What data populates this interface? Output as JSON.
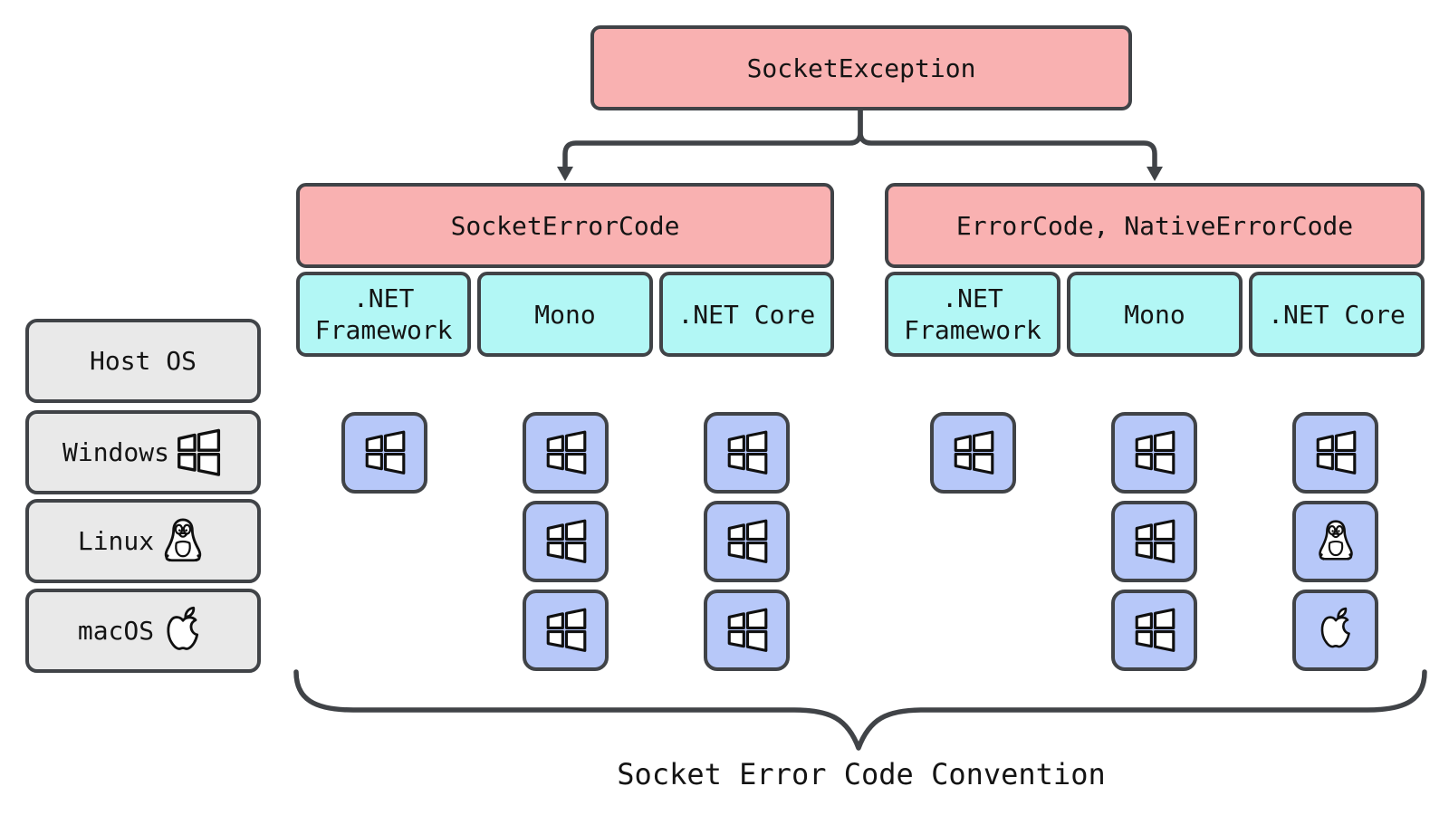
{
  "root": {
    "label": "SocketException"
  },
  "groups": [
    {
      "header": "SocketErrorCode",
      "runtimes": [
        ".NET Framework",
        "Mono",
        ".NET Core"
      ]
    },
    {
      "header": "ErrorCode, NativeErrorCode",
      "runtimes": [
        ".NET Framework",
        "Mono",
        ".NET Core"
      ]
    }
  ],
  "os_rows": [
    {
      "label": "Host OS"
    },
    {
      "label": "Windows",
      "icon": "#icon-windows"
    },
    {
      "label": "Linux",
      "icon": "#icon-tux"
    },
    {
      "label": "macOS",
      "icon": "#icon-apple"
    }
  ],
  "cells": [
    {
      "id": "socketerrorcode-netframework-windows",
      "os": "Windows",
      "icon": "#icon-windows"
    },
    {
      "id": "socketerrorcode-mono-windows",
      "os": "Windows",
      "icon": "#icon-windows"
    },
    {
      "id": "socketerrorcode-mono-linux",
      "os": "Linux",
      "icon": "#icon-windows"
    },
    {
      "id": "socketerrorcode-mono-macos",
      "os": "macOS",
      "icon": "#icon-windows"
    },
    {
      "id": "socketerrorcode-netcore-windows",
      "os": "Windows",
      "icon": "#icon-windows"
    },
    {
      "id": "socketerrorcode-netcore-linux",
      "os": "Linux",
      "icon": "#icon-windows"
    },
    {
      "id": "socketerrorcode-netcore-macos",
      "os": "macOS",
      "icon": "#icon-windows"
    },
    {
      "id": "errorcode-netframework-windows",
      "os": "Windows",
      "icon": "#icon-windows"
    },
    {
      "id": "errorcode-mono-windows",
      "os": "Windows",
      "icon": "#icon-windows"
    },
    {
      "id": "errorcode-mono-linux",
      "os": "Linux",
      "icon": "#icon-windows"
    },
    {
      "id": "errorcode-mono-macos",
      "os": "macOS",
      "icon": "#icon-windows"
    },
    {
      "id": "errorcode-netcore-windows",
      "os": "Windows",
      "icon": "#icon-windows"
    },
    {
      "id": "errorcode-netcore-linux",
      "os": "Linux",
      "icon": "#icon-tux"
    },
    {
      "id": "errorcode-netcore-macos",
      "os": "macOS",
      "icon": "#icon-apple"
    }
  ],
  "caption": "Socket Error Code Convention",
  "colors": {
    "header_fill": "#f9b1b1",
    "runtime_fill": "#b2f7f5",
    "cell_fill": "#b7c8f9",
    "os_fill": "#e9e9e9",
    "line": "#404347"
  }
}
